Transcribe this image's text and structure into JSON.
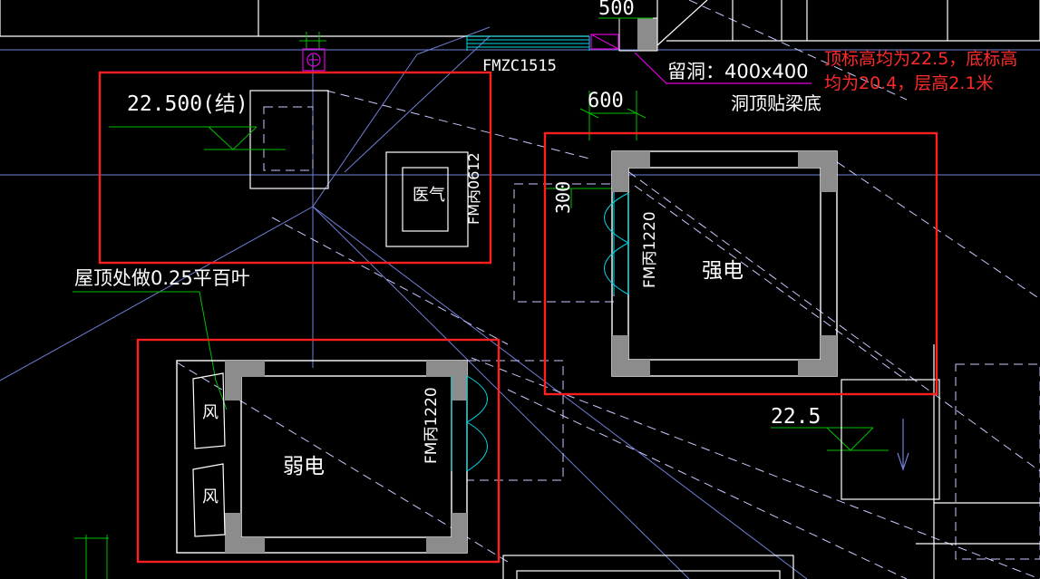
{
  "colors": {
    "background": "#000000",
    "wall": "#ffffff",
    "column": "#8c8c8c",
    "axis": "#6f7fd8",
    "dim": "#00c000",
    "door": "#00d8e8",
    "dash": "#c8c8ff",
    "highlight": "#ff1f1f",
    "note": "#ff2a2a",
    "magenta": "#e000e0"
  },
  "labels": {
    "dim_top_500": "500",
    "door_fmz": "FMZC1515",
    "hole": "留洞：400x400",
    "hole_note": "洞顶贴梁底",
    "dim_600": "600",
    "elev_left": "22.500(结)",
    "med_gas": "医气",
    "door_fm0612": "FM丙0612",
    "roof_louver": "屋顶处做0.25平百叶",
    "dim_300": "300",
    "door_strong": "FM丙1220",
    "room_strong": "强电",
    "fan_1": "风",
    "fan_2": "风",
    "door_weak": "FM丙1220",
    "room_weak": "弱电",
    "elev_right": "22.5"
  },
  "note": {
    "line1": "顶标高均为22.5，底标高",
    "line2": "均为20.4，层高2.1米"
  }
}
